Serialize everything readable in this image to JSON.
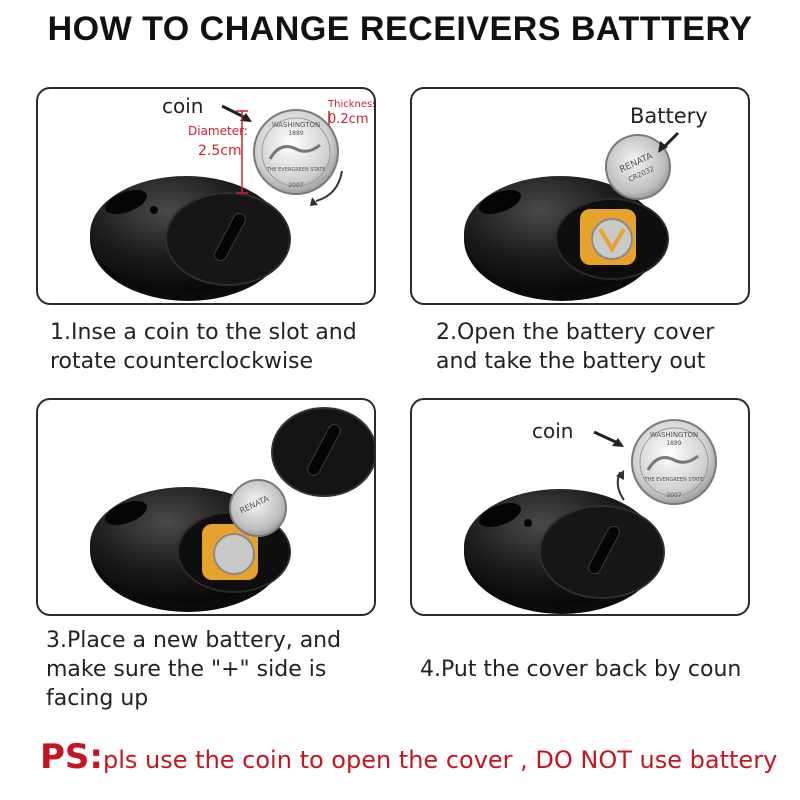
{
  "title": "HOW TO CHANGE RECEIVERS BATTTERY",
  "steps": [
    {
      "lines": [
        "1.Inse a coin to the slot and",
        "rotate counterclockwise"
      ],
      "labels": {
        "coin": "coin",
        "diameter": "Diameter:",
        "diameter_value": "2.5cm",
        "thickness": "Thickness:",
        "thickness_value": "0.2cm"
      }
    },
    {
      "lines": [
        "2.Open the battery cover",
        "and take the battery out"
      ],
      "labels": {
        "battery": "Battery"
      }
    },
    {
      "lines": [
        "3.Place a new battery, and",
        "make sure the \"+\" side is",
        "facing up"
      ]
    },
    {
      "lines": [
        "4.Put the cover back by coun"
      ],
      "labels": {
        "coin": "coin"
      }
    }
  ],
  "coin_face": {
    "state": "WASHINGTON",
    "year_top": "1889",
    "motto": "THE EVERGREEN STATE",
    "year_bottom": "2007"
  },
  "battery_face": {
    "brand": "RENATA",
    "model": "CR2032"
  },
  "note": {
    "label": "PS:",
    "text": "pls use the coin to open the cover , DO NOT use battery"
  },
  "colors": {
    "note_red": "#c8141e",
    "label_red": "#d02030",
    "device_black": "#1b1b1b",
    "contact_gold": "#e6a22a"
  }
}
